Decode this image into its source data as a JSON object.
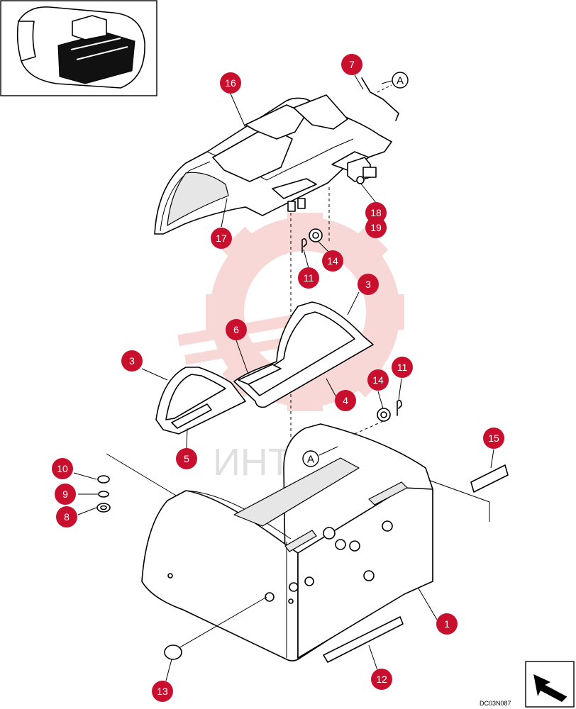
{
  "diagram": {
    "reference_marker": "A",
    "drawing_code": "DC03N087",
    "watermark_text": "ИНТЕХ",
    "callouts": [
      "16",
      "7",
      "18",
      "19",
      "17",
      "14",
      "11",
      "3",
      "6",
      "3",
      "14",
      "11",
      "4",
      "5",
      "15",
      "10",
      "9",
      "8",
      "1",
      "12",
      "13"
    ],
    "colors": {
      "callout_fill": "#c8102e",
      "callout_text": "#ffffff",
      "watermark": "#f4b8b8",
      "line": "#000000"
    }
  }
}
